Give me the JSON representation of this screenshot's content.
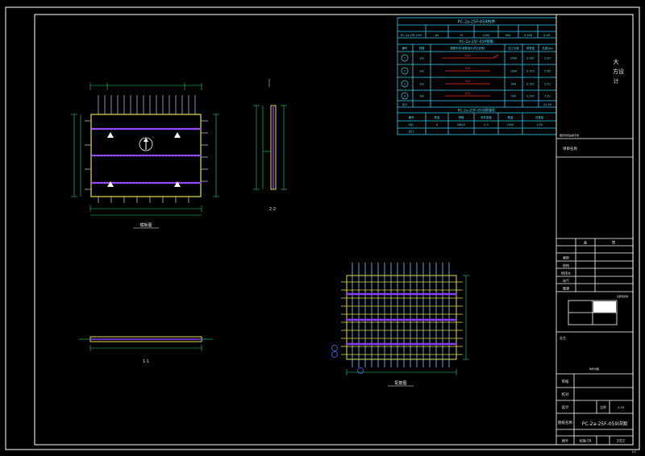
{
  "colors": {
    "background": "#000000",
    "frame": "#ffffff",
    "table": "#35d3ff",
    "panel": "#e6e04c",
    "rebar": "#cfd3ff",
    "lattice": "#8a3cff",
    "dimension": "#2bd36b",
    "highlight": "#ff2a2a"
  },
  "schedule": {
    "title_main": "PC-2a-25F-059构件",
    "main_row": [
      "PC-2a-25F-059",
      "60",
      "70",
      "2500",
      "990",
      "0.396",
      "0.99"
    ],
    "title_rebar": "PC-2a-25F-059钢筋",
    "rebar_header": [
      "编号",
      "规格",
      "钢筋形状(钢筋端头详见说明)",
      "加工长度",
      "单根重",
      "总重(kg)"
    ],
    "rebar_rows": [
      {
        "id": "1",
        "spec": "⊕8",
        "shape": "2410",
        "len": "2500",
        "unit": "0.987",
        "total": "9.87"
      },
      {
        "id": "2",
        "spec": "⊕8",
        "shape": "890",
        "len": "2900",
        "unit": "0.353",
        "total": "5.65"
      },
      {
        "id": "3",
        "spec": "⊕8",
        "shape": "890",
        "len": "990",
        "unit": "0.391",
        "total": "3.52"
      },
      {
        "id": "4",
        "spec": "⊕8",
        "shape": "890",
        "len": "990",
        "unit": "0.391",
        "total": "3.52"
      }
    ],
    "rebar_total_label": "合计",
    "rebar_total": "22.56",
    "title_embed": "PC-2a-25F-059预埋件",
    "embed_header": [
      "编号",
      "数量",
      "规格",
      "单件重量",
      "数量",
      "总重量"
    ],
    "embed_row": [
      "MJ1",
      "4",
      "DN20",
      "0.2",
      "2500",
      "1.00"
    ],
    "embed_total_label": "合计"
  },
  "views": {
    "plan_caption": "模板图",
    "section_22": "2-2",
    "section_11": "1-1",
    "rebar_caption": "配筋图"
  },
  "title_block": {
    "company_l1": "大",
    "company_l2": "方设",
    "company_l3": "计",
    "note": "图纸未经盖章无效",
    "project_label": "项目名称",
    "sig_col1": "会",
    "sig_col2": "签",
    "sig_rows": [
      "建筑",
      "结构",
      "给排水",
      "电气",
      "暖通"
    ],
    "stamp_label": "出图专用章",
    "owner_label": "业主",
    "drawing_section": "构件详图",
    "approve": "审核",
    "check": "校对",
    "design": "设计",
    "scale_label": "比例",
    "scale": "1:25",
    "drawing_name_label": "图纸名称",
    "drawing_name": "PC-2a-25F-059详图",
    "no_label": "图号",
    "sheet_no": "结施-59",
    "date": "2022",
    "sheet_count": "1/1"
  }
}
